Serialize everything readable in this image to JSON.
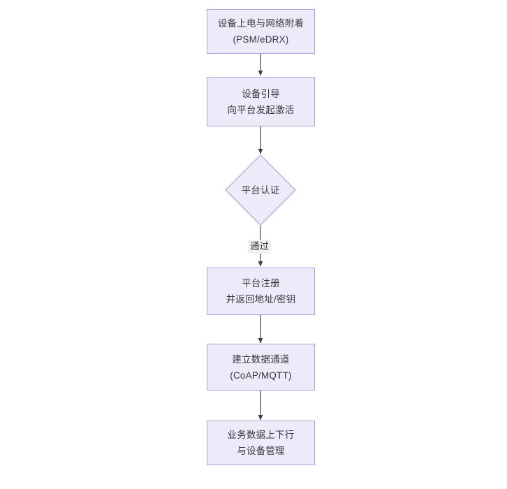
{
  "diagram": {
    "title": "",
    "type": "flowchart",
    "direction": "top-to-bottom",
    "colors": {
      "node_fill": "#ecebfa",
      "node_border": "#b49fdc",
      "text": "#37373f",
      "edge": "#3f3f46",
      "edge_label_bg": "#f2f2f2",
      "canvas": "#ffffff"
    },
    "nodes": [
      {
        "id": "n1",
        "shape": "rect",
        "label": "设备上电与网络附着\n(PSM/eDRX)",
        "line1": "设备上电与网络附着",
        "line2": "(PSM/eDRX)"
      },
      {
        "id": "n2",
        "shape": "rect",
        "label": "设备引导\n向平台发起激活",
        "line1": "设备引导",
        "line2": "向平台发起激活"
      },
      {
        "id": "n3",
        "shape": "diamond",
        "label": "平台认证",
        "line1": "平台认证",
        "line2": ""
      },
      {
        "id": "n4",
        "shape": "rect",
        "label": "平台注册\n并返回地址/密钥",
        "line1": "平台注册",
        "line2": "并返回地址/密钥"
      },
      {
        "id": "n5",
        "shape": "rect",
        "label": "建立数据通道\n(CoAP/MQTT)",
        "line1": "建立数据通道",
        "line2": "(CoAP/MQTT)"
      },
      {
        "id": "n6",
        "shape": "rect",
        "label": "业务数据上下行\n与设备管理",
        "line1": "业务数据上下行",
        "line2": "与设备管理"
      }
    ],
    "edges": [
      {
        "id": "e1",
        "from": "n1",
        "to": "n2",
        "label": ""
      },
      {
        "id": "e2",
        "from": "n2",
        "to": "n3",
        "label": ""
      },
      {
        "id": "e3",
        "from": "n3",
        "to": "n4",
        "label": "通过"
      },
      {
        "id": "e4",
        "from": "n4",
        "to": "n5",
        "label": ""
      },
      {
        "id": "e5",
        "from": "n5",
        "to": "n6",
        "label": ""
      }
    ]
  }
}
